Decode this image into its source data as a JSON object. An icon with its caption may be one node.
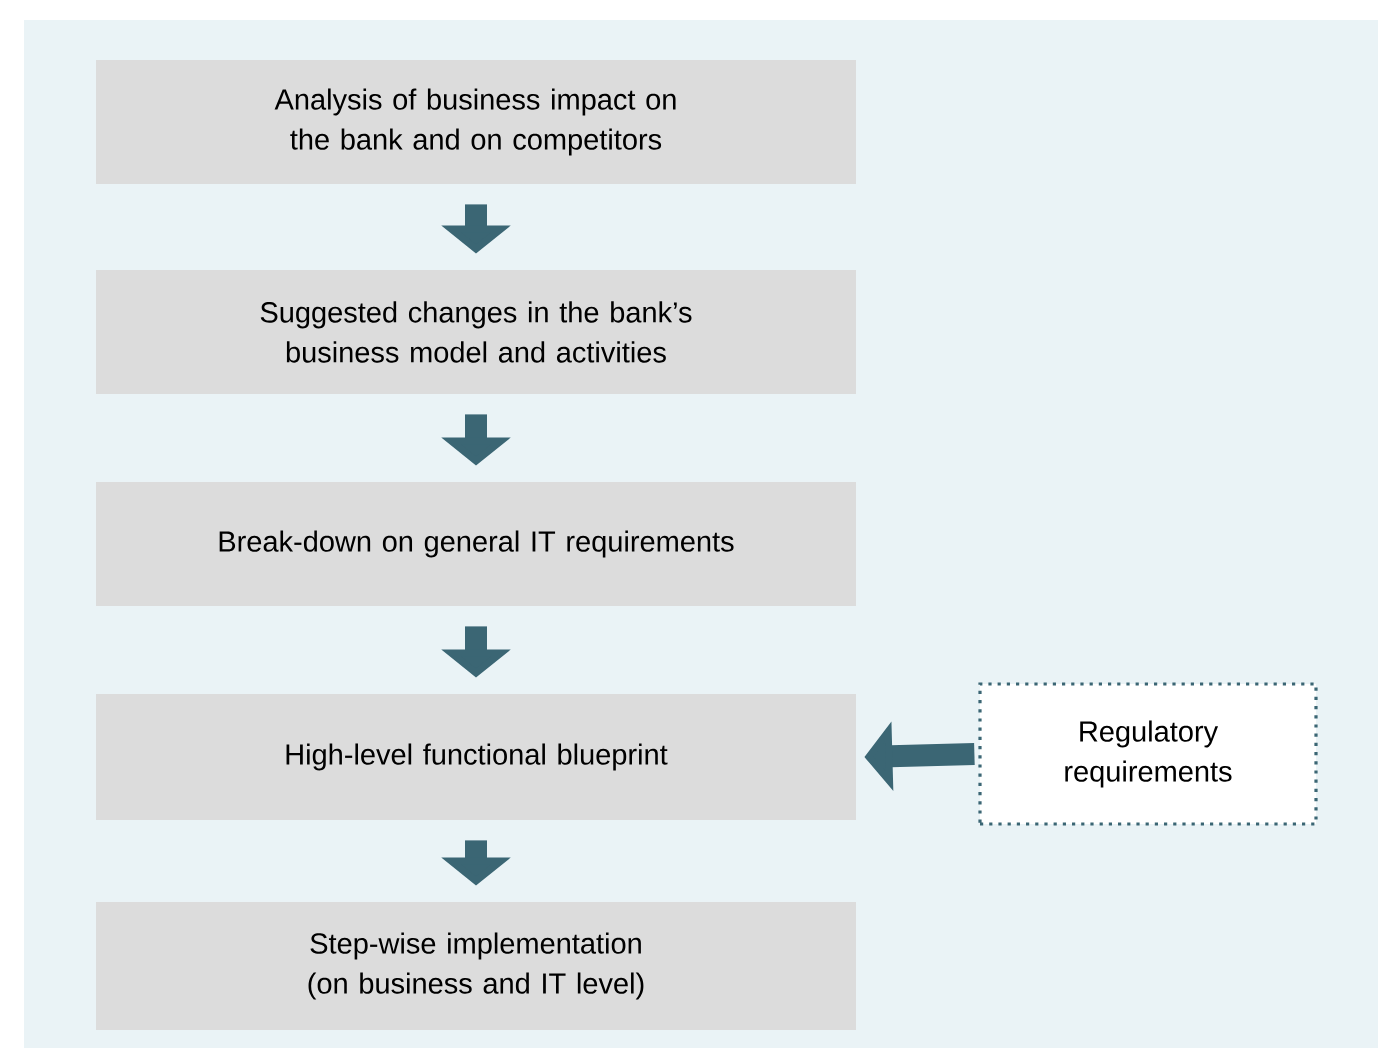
{
  "diagram": {
    "nodes": [
      {
        "text": [
          "Analysis of business impact on the bank and on competitors"
        ]
      },
      {
        "text": [
          "Suggested changes in the bank’s business model and activities"
        ]
      },
      {
        "text": [
          "Break-down on general IT requirements"
        ]
      },
      {
        "text": [
          "High-level functional blueprint"
        ]
      },
      {
        "text": [
          "Step-wise implementation (on business and IT level)"
        ]
      },
      {
        "text": [
          "Regulatory requirements"
        ]
      }
    ],
    "edges": [
      {
        "from": 0,
        "to": 1,
        "arrow": "to"
      },
      {
        "from": 1,
        "to": 2,
        "arrow": "to"
      },
      {
        "from": 2,
        "to": 3,
        "arrow": "to"
      },
      {
        "from": 3,
        "to": 4,
        "arrow": "to"
      },
      {
        "from": 5,
        "to": 3,
        "arrow": "to"
      }
    ]
  }
}
